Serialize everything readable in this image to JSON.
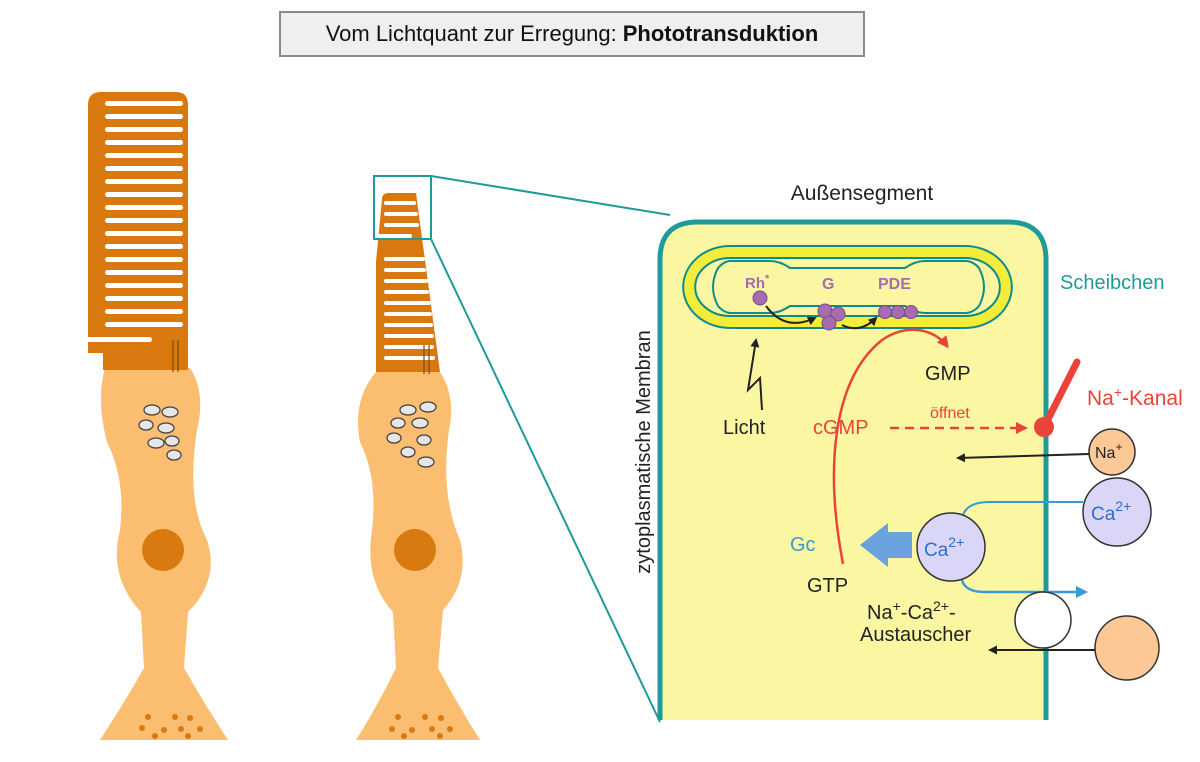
{
  "title": {
    "prefix": "Vom Lichtquant zur Erregung:",
    "bold": "Phototransduktion"
  },
  "labels": {
    "aussensegment": "Außensegment",
    "scheibchen": "Scheibchen",
    "membran": "zytoplasmatische Membran",
    "rh_base": "Rh",
    "rh_sup": "*",
    "g": "G",
    "pde": "PDE",
    "gmp": "GMP",
    "licht": "Licht",
    "cgmp": "cGMP",
    "oeffnet": "öffnet",
    "na_base": "Na",
    "na_sup": "+",
    "kanal": "-Kanal",
    "ca_base": "Ca",
    "ca_sup": "2+",
    "gc": "Gc",
    "gtp": "GTP",
    "exch_na_base": "Na",
    "exch_na_sup": "+",
    "exch_dash": "-",
    "exch_ca_base": "Ca",
    "exch_ca_sup": "2+",
    "exch_dash2": "-",
    "austauscher": "Austauscher"
  },
  "colors": {
    "cell_dark": "#d9780f",
    "cell_light": "#fbbd6f",
    "nucleus": "#d97a10",
    "cytoplasm": "#fbf6a2",
    "membrane": "#1f9a9a",
    "disc_ring": "#f2ec3a",
    "protein": "#a76bb0",
    "red": "#e8443a",
    "blue": "#3a9ad6",
    "ca_circle": "#d9d6f7",
    "na_circle": "#fcc896"
  }
}
